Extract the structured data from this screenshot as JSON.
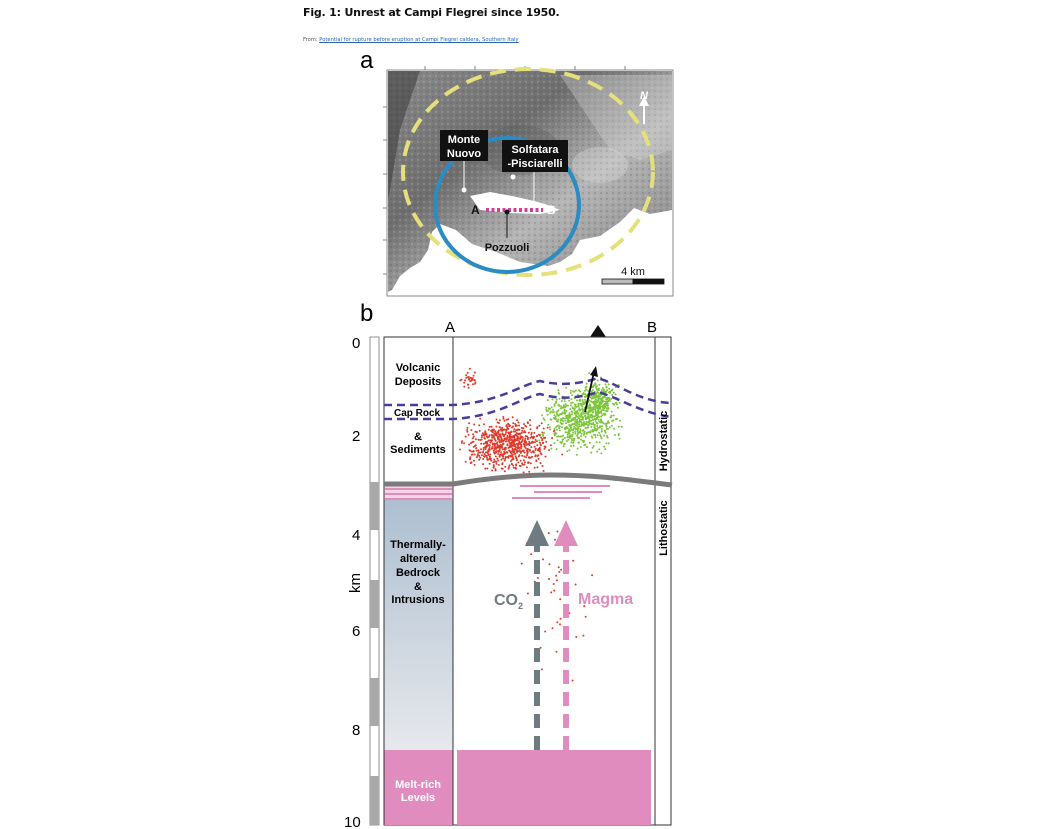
{
  "figure": {
    "title": "Fig. 1: Unrest at Campi Flegrei since 1950.",
    "from_label": "From:",
    "from_link": "Potential for rupture before eruption at Campi Flegrei caldera, Southern Italy"
  },
  "panel_a": {
    "letter": "a",
    "north": "N",
    "labels": {
      "monte_nuovo_1": "Monte",
      "monte_nuovo_2": "Nuovo",
      "solfatara_1": "Solfatara",
      "solfatara_2": "-Pisciarelli",
      "point_a": "A",
      "point_b": "B",
      "pozzuoli": "Pozzuoli"
    },
    "scale_bar": "4 km",
    "colors": {
      "caldera_outer": "#e6e07a",
      "caldera_inner": "#2a8cc2",
      "section_line": "#d43c9a"
    }
  },
  "panel_b": {
    "letter": "b",
    "end_a": "A",
    "end_b": "B",
    "axis_label": "km",
    "depth_ticks": [
      "0",
      "2",
      "4",
      "6",
      "8",
      "10"
    ],
    "layers": {
      "volcanic_1": "Volcanic",
      "volcanic_2": "Deposits",
      "cap_rock": "Cap Rock",
      "sed_1": "&",
      "sed_2": "Sediments",
      "bed_1": "Thermally-",
      "bed_2": "altered",
      "bed_3": "Bedrock",
      "bed_4": "&",
      "bed_5": "Intrusions",
      "melt_1": "Melt-rich",
      "melt_2": "Levels"
    },
    "co2": "CO",
    "co2_sub": "2",
    "magma": "Magma",
    "hydrostatic": "Hydrostatic",
    "lithostatic": "Lithostatic",
    "colors": {
      "magma": "#e08cbf",
      "co2": "#6e7b80",
      "cap_line": "#4a3d9a",
      "eq_red": "#e03a2a",
      "eq_green": "#7cc63a"
    }
  }
}
